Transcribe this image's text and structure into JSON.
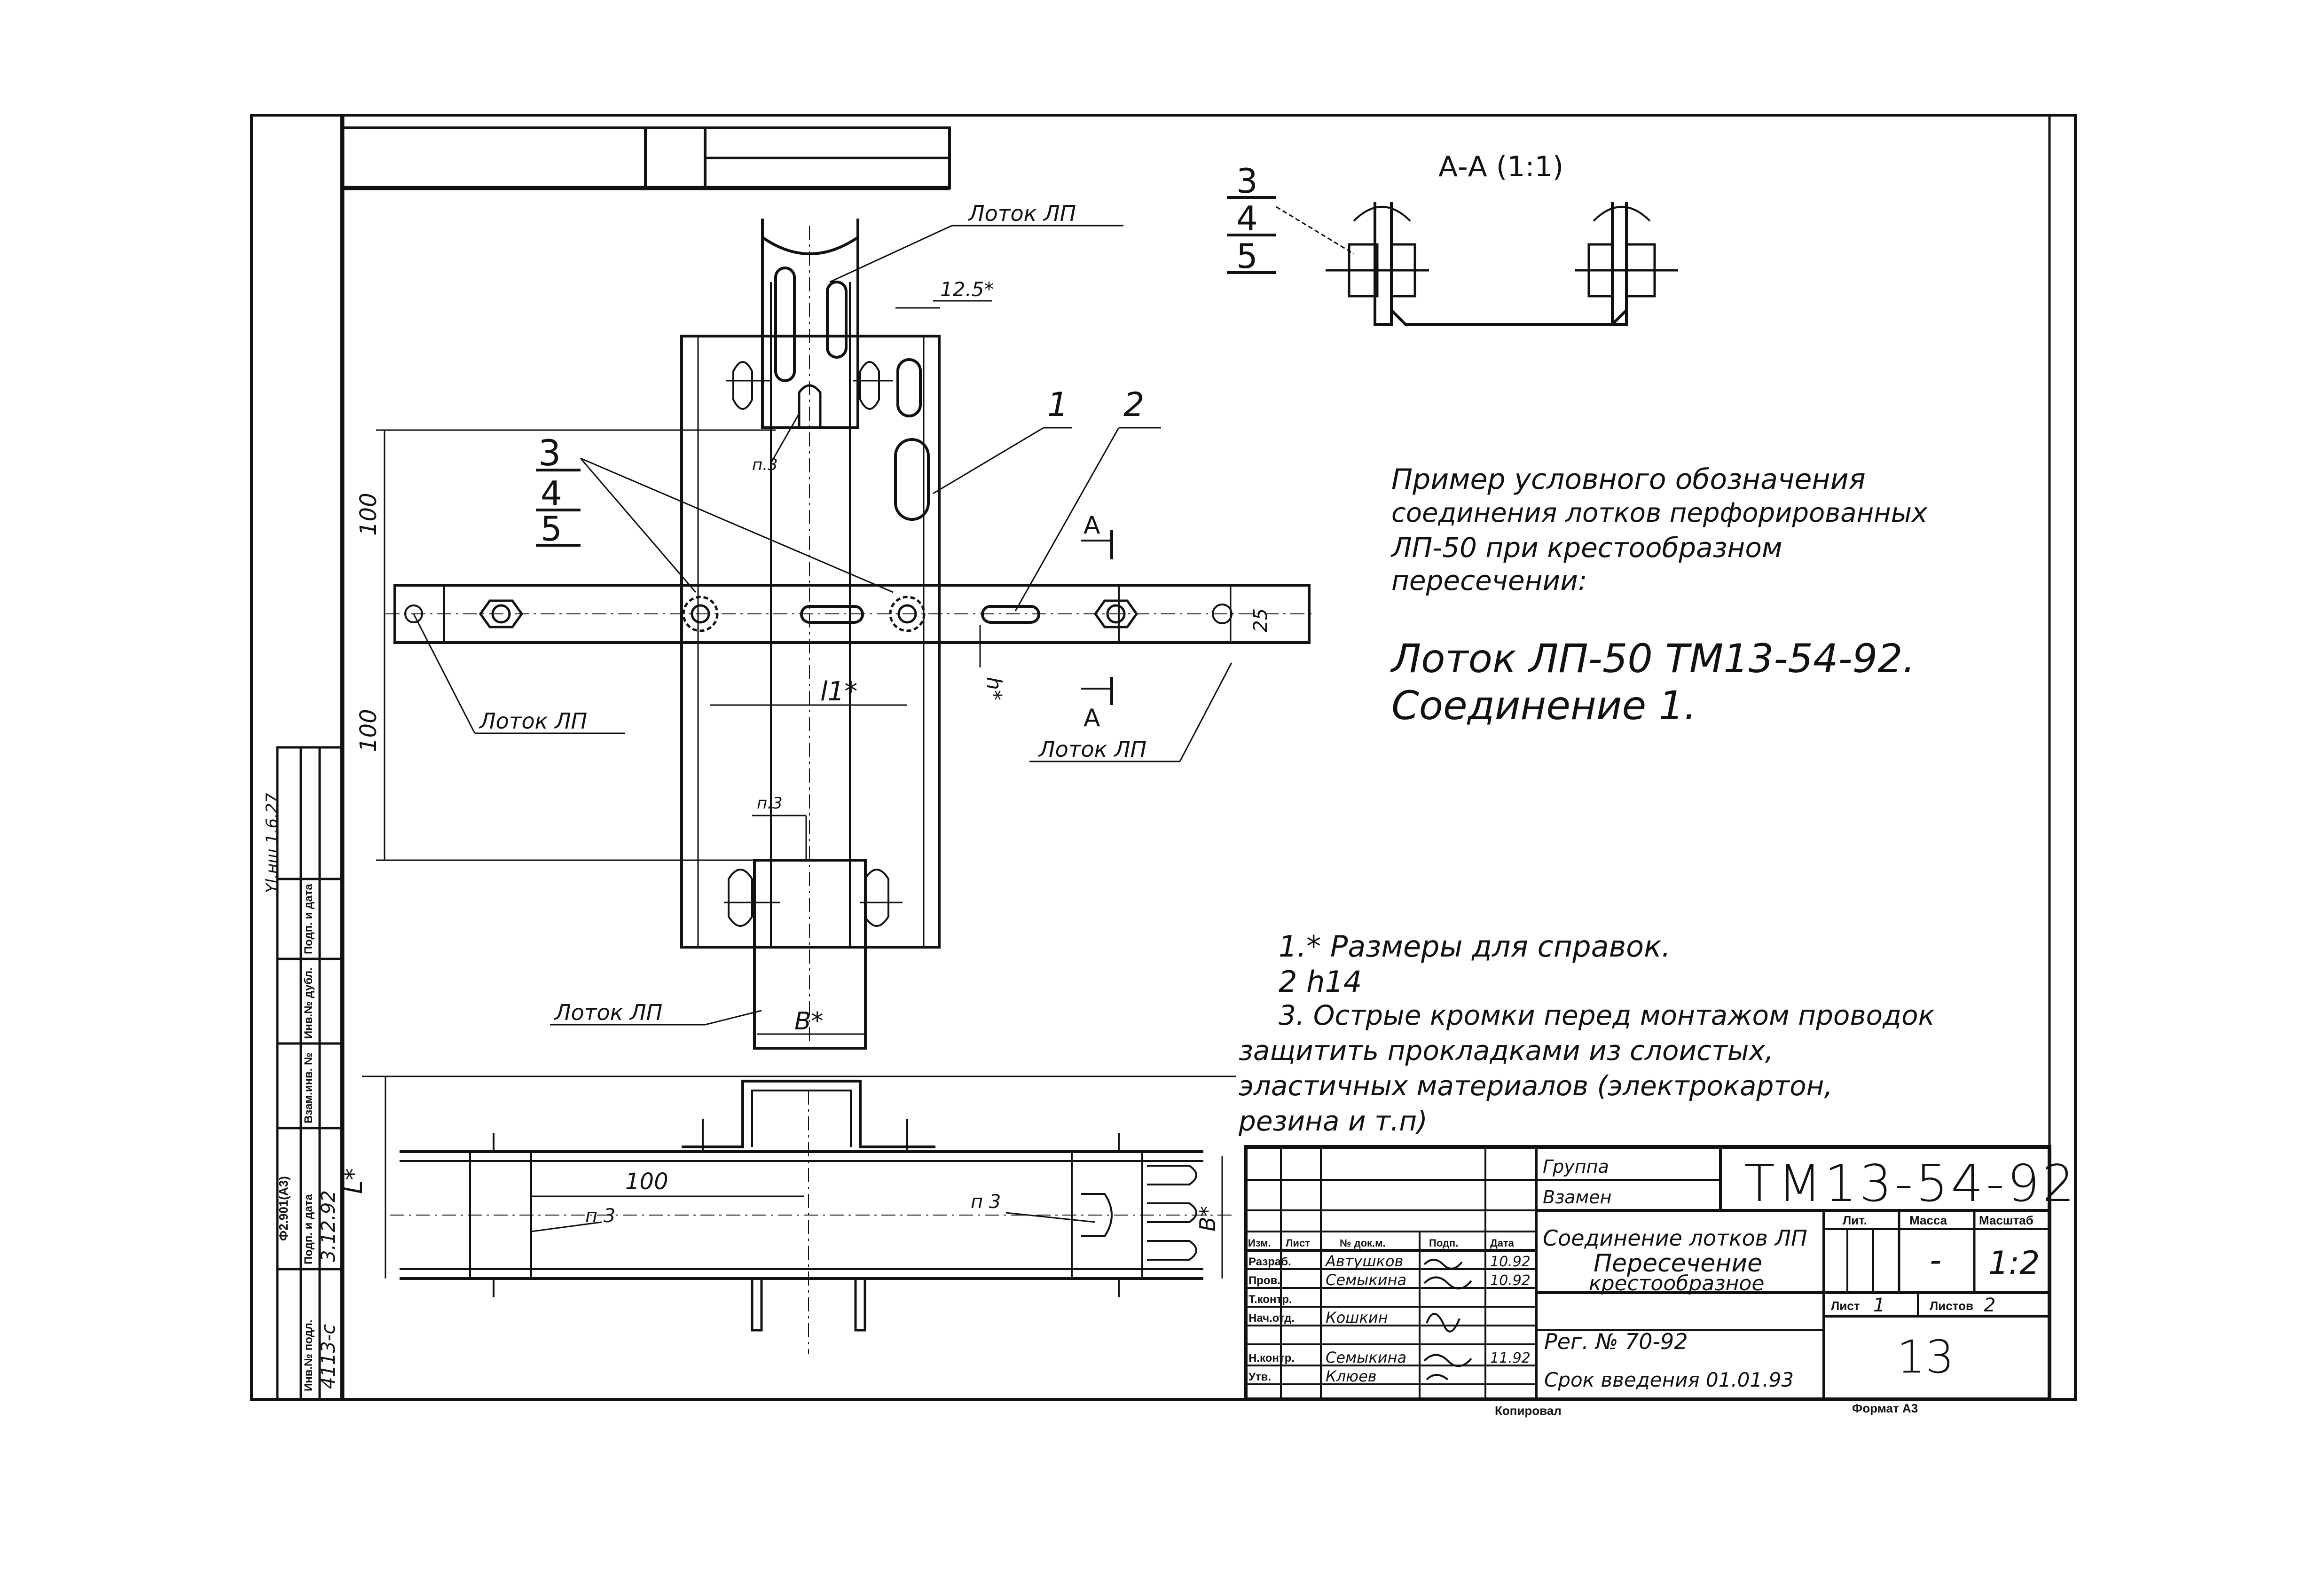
{
  "drawing": {
    "left_view": {
      "tray_top": "Лоток ЛП",
      "tray_left": "Лоток ЛП",
      "tray_right": "Лоток ЛП",
      "tray_bottom": "Лоток ЛП",
      "dim_12_5": "12.5*",
      "dim_100_top": "100",
      "dim_100_bot": "100",
      "dim_25": "25",
      "dim_l1": "l1*",
      "dim_h": "h*",
      "dim_B": "B*",
      "note_p3_top": "п.3",
      "note_p3_bot": "п.3",
      "callout_1": "1",
      "callout_2": "2",
      "callout_3": "3",
      "callout_4": "4",
      "callout_5": "5",
      "section_A_top": "A",
      "section_A_bot": "A"
    },
    "bottom_view": {
      "dim_100": "100",
      "dim_L": "L*",
      "dim_B": "B*",
      "note_p3_left": "п 3",
      "note_p3_right": "п 3"
    },
    "section_view": {
      "title": "А-А (1:1)",
      "callout_3": "3",
      "callout_4": "4",
      "callout_5": "5"
    }
  },
  "description": {
    "line1": "Пример условного обозначения",
    "line2": "соединения лотков перфорированных",
    "line3": "ЛП-50 при крестообразном",
    "line4": "пересечении:",
    "designation1": "Лоток ЛП-50 ТМ13-54-92.",
    "designation2": "Соединение 1."
  },
  "notes": {
    "n1": "1.* Размеры для справок.",
    "n2": "2 h14",
    "n3a": "3. Острые кромки перед монтажом проводок",
    "n3b": "защитить прокладками из слоистых,",
    "n3c": "эластичных материалов (электрокартон,",
    "n3d": "резина и т.п)"
  },
  "side_stamp": {
    "col1": "Инв.№ подл.",
    "col2": "Подп. и дата",
    "col3": "Взам.инв. №",
    "col4": "Инв.№ дубл.",
    "col5": "Подп. и дата",
    "val_inv": "4113-с",
    "val_date": "3.12.92",
    "form": "Ф2.901(А3)",
    "hand_sig": "Yl.нш 1.6.27"
  },
  "title_block": {
    "group_label": "Группа",
    "replaces_label": "Взамен",
    "doc_number": "ТМ13-54-92",
    "hdr_izm": "Изм.",
    "hdr_lst": "Лист",
    "hdr_ndok": "№ док.м.",
    "hdr_podp": "Подп.",
    "hdr_date": "Дата",
    "role_razrab": "Разраб.",
    "role_prov": "Пров.",
    "role_tkontr": "Т.контр.",
    "role_nach": "Нач.отд.",
    "role_nkontr": "Н.контр.",
    "role_utv": "Утв.",
    "name_razrab": "Автушков",
    "name_prov": "Семыкина",
    "name_nach": "Кошкин",
    "name_nkontr": "Семыкина",
    "name_utv": "Клюев",
    "date_razrab": "10.92",
    "date_prov": "10.92",
    "date_nkontr": "11.92",
    "doc_title1": "Соединение лотков ЛП",
    "doc_title2": "Пересечение",
    "doc_title3": "крестообразное",
    "lit_label": "Лит.",
    "mass_label": "Масса",
    "scale_label": "Масштаб",
    "mass_value": "-",
    "scale_value": "1:2",
    "sheet_label": "Лист",
    "sheet_value": "1",
    "sheets_label": "Листов",
    "sheets_value": "2",
    "reg": "Рег. № 70-92",
    "intro": "Срок введения 01.01.93",
    "page_number": "13",
    "copied": "Копировал",
    "format": "Формат А3"
  }
}
